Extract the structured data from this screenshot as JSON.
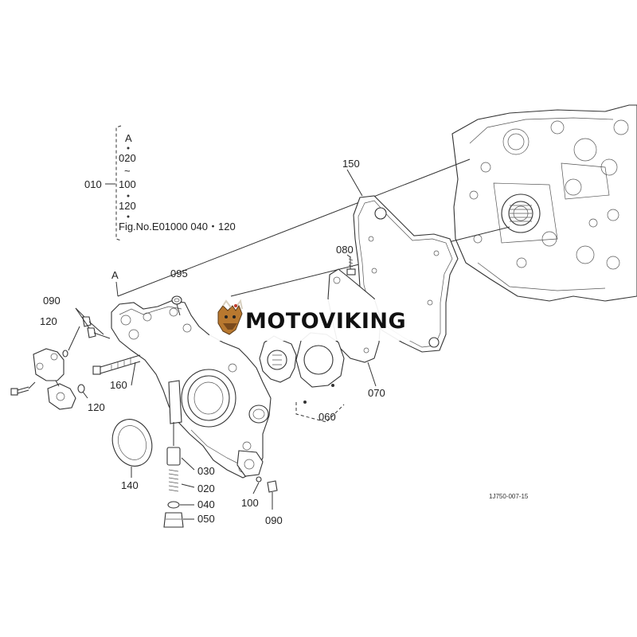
{
  "diagram": {
    "callouts": {
      "a_top": "A",
      "n020_top": "020",
      "tilde": "~",
      "n100_top": "100",
      "n120_top": "120",
      "n010": "010",
      "fig_ref": "Fig.No.E01000  040・120",
      "n150": "150",
      "n080": "080",
      "n095": "095",
      "a_mid": "A",
      "n090_left": "090",
      "n120_left": "120",
      "n160": "160",
      "n120_bottom": "120",
      "n070": "070",
      "n060": "060",
      "n140": "140",
      "n030": "030",
      "n020": "020",
      "n040": "040",
      "n050": "050",
      "n100": "100",
      "n090_bottom": "090"
    },
    "drawing_code": "1J750-007-15",
    "watermark": "MOTOVIKING"
  }
}
